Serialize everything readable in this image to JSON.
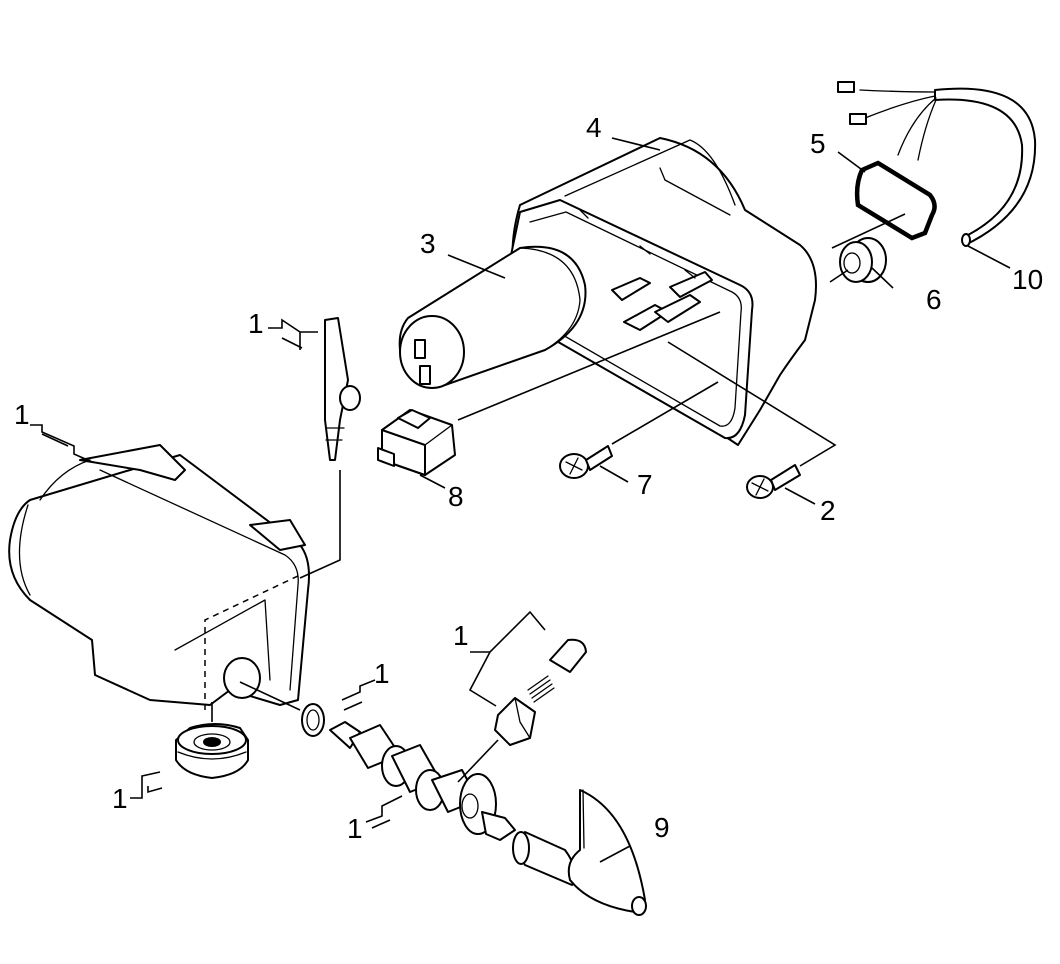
{
  "callouts": {
    "c1a": "1",
    "c1b": "1",
    "c1c": "1",
    "c1d": "1",
    "c1e": "1",
    "c1f": "1",
    "c2": "2",
    "c3": "3",
    "c4": "4",
    "c5": "5",
    "c6": "6",
    "c7": "7",
    "c8": "8",
    "c9": "9",
    "c10": "10"
  }
}
